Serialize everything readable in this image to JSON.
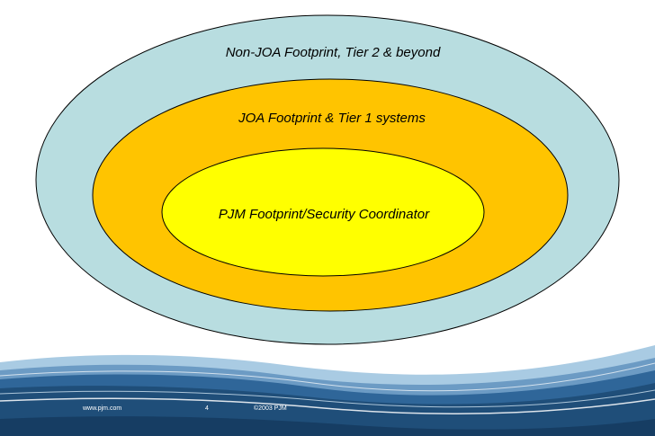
{
  "diagram": {
    "outer_ring": {
      "label": "Non-JOA Footprint, Tier 2 & beyond",
      "fill": "#b8dde0"
    },
    "middle_ring": {
      "label": "JOA Footprint & Tier 1 systems",
      "fill": "#ffc400"
    },
    "inner_ring": {
      "label": "PJM Footprint/Security Coordinator",
      "fill": "#ffff00"
    }
  },
  "footer": {
    "website": "www.pjm.com",
    "page_number": "4",
    "copyright": "©2003 PJM"
  },
  "colors": {
    "wave_dark": "#1f4e79",
    "wave_mid": "#4a7fb0",
    "wave_light": "#a9cbe3"
  }
}
